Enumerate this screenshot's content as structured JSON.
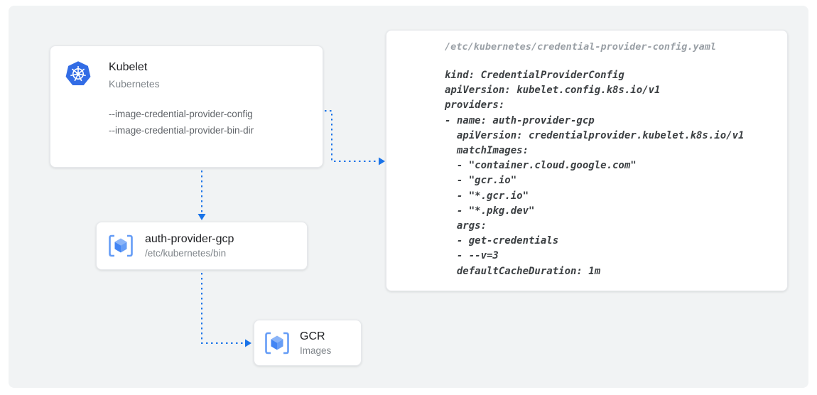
{
  "kubelet_card": {
    "title": "Kubelet",
    "subtitle": "Kubernetes",
    "flags": [
      "--image-credential-provider-config",
      "--image-credential-provider-bin-dir"
    ]
  },
  "auth_provider_card": {
    "title": "auth-provider-gcp",
    "subtitle": "/etc/kubernetes/bin"
  },
  "gcr_card": {
    "title": "GCR",
    "subtitle": "Images"
  },
  "config_card": {
    "filename": "/etc/kubernetes/credential-provider-config.yaml",
    "code_lines": [
      "kind: CredentialProviderConfig",
      "apiVersion: kubelet.config.k8s.io/v1",
      "providers:",
      "- name: auth-provider-gcp",
      "  apiVersion: credentialprovider.kubelet.k8s.io/v1",
      "  matchImages:",
      "  - \"container.cloud.google.com\"",
      "  - \"gcr.io\"",
      "  - \"*.gcr.io\"",
      "  - \"*.pkg.dev\"",
      "  args:",
      "  - get-credentials",
      "  - --v=3",
      "  defaultCacheDuration: 1m"
    ]
  },
  "colors": {
    "arrow": "#1a73e8",
    "kubernetes_blue": "#326ce5",
    "icon_blue": "#4285f4",
    "icon_blue_light": "#669df6",
    "icon_blue_pale": "#8ab4f8"
  }
}
